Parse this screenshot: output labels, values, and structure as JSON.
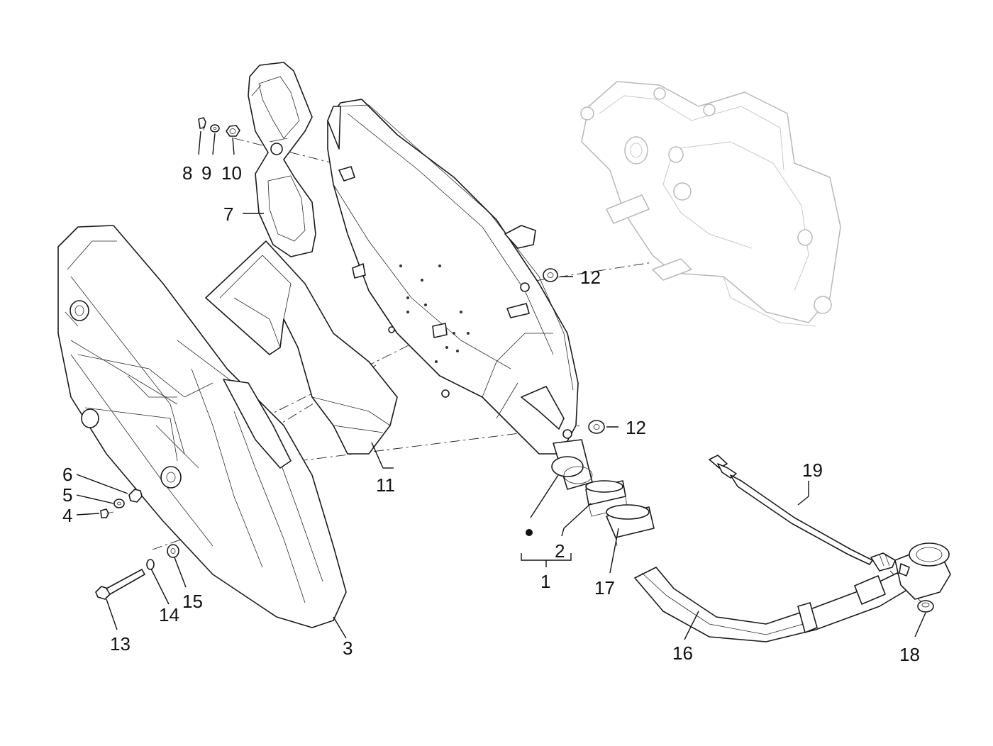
{
  "callouts": {
    "c1": "1",
    "c2": "2",
    "c3": "3",
    "c4": "4",
    "c5": "5",
    "c6": "6",
    "c7": "7",
    "c8": "8",
    "c9": "9",
    "c10": "10",
    "c11": "11",
    "c12a": "12",
    "c12b": "12",
    "c13": "13",
    "c14": "14",
    "c15": "15",
    "c16": "16",
    "c17": "17",
    "c18": "18",
    "c19": "19"
  },
  "symbols": {
    "kit_marker": "bullet-dot"
  }
}
